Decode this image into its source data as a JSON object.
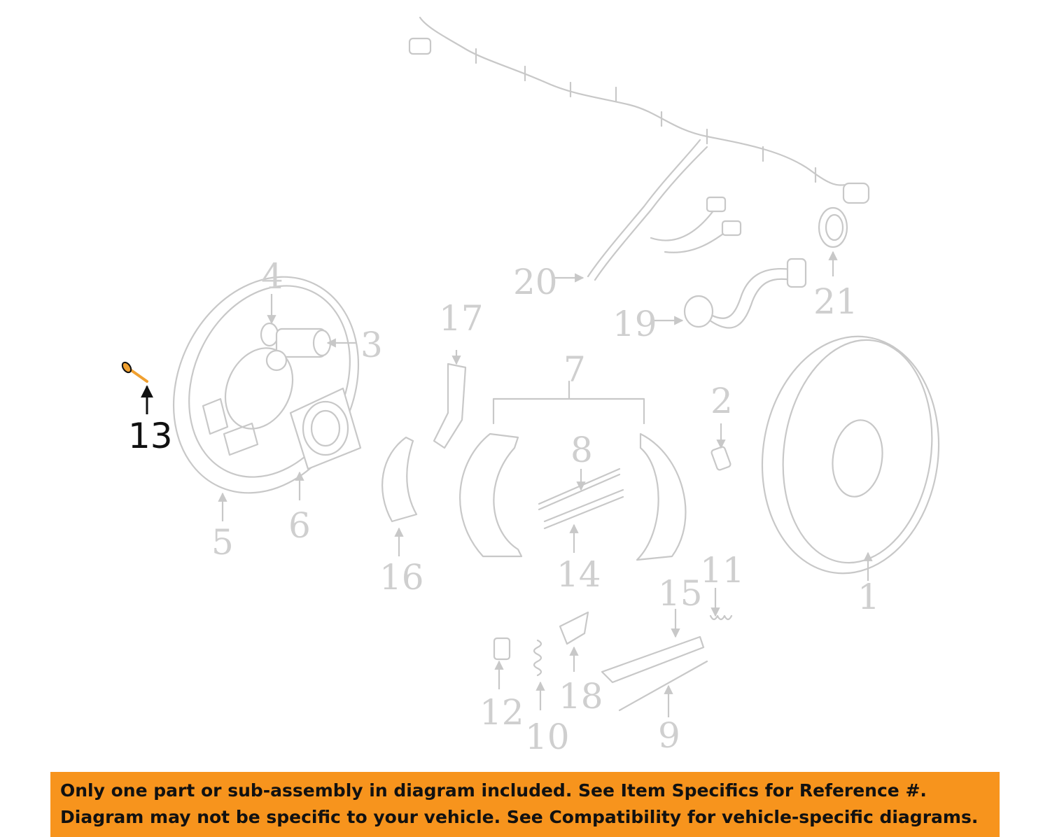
{
  "diagram": {
    "callouts": [
      "1",
      "2",
      "3",
      "4",
      "5",
      "6",
      "7",
      "8",
      "9",
      "10",
      "11",
      "12",
      "13",
      "14",
      "15",
      "16",
      "17",
      "18",
      "19",
      "20",
      "21"
    ],
    "highlighted_callout": "13",
    "colors": {
      "highlight": "#f0a030",
      "muted": "#c8c8c8",
      "banner": "#f7941d"
    }
  },
  "notice": {
    "line1": "Only one part or sub-assembly in diagram included. See Item Specifics for Reference #.",
    "line2": "Diagram may not be specific to your vehicle. See Compatibility for vehicle-specific diagrams."
  }
}
